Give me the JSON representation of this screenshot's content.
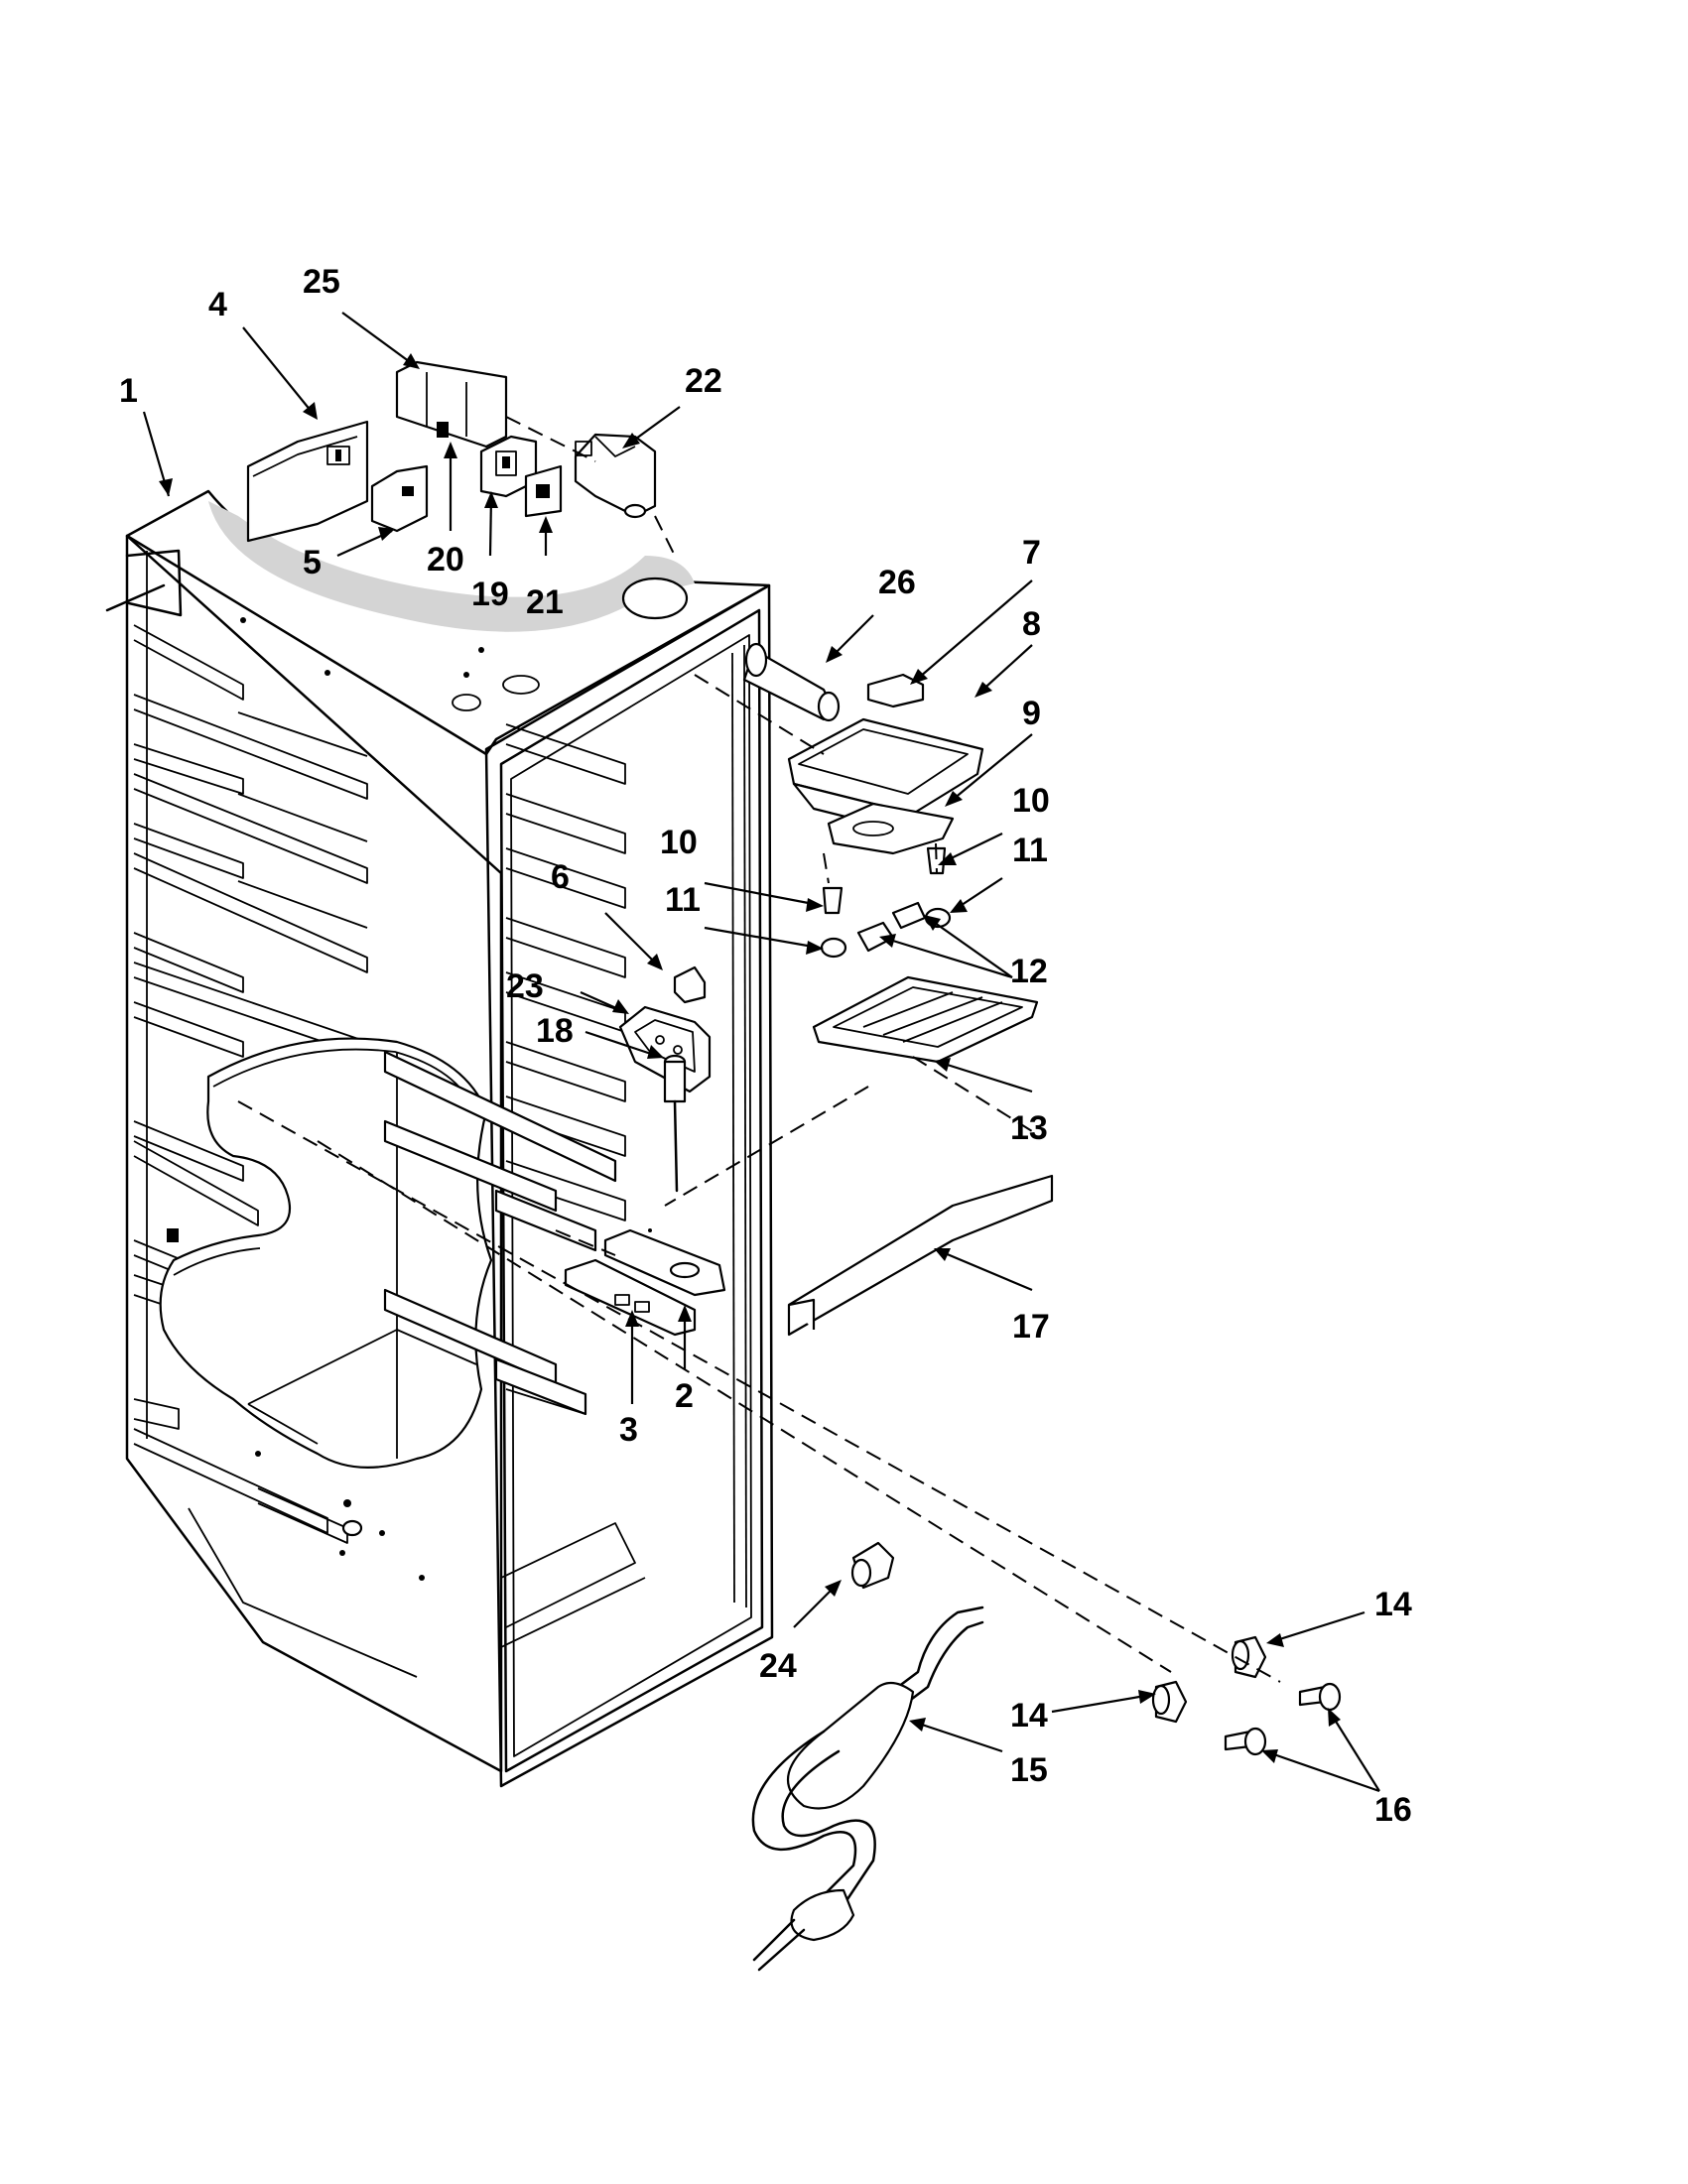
{
  "diagram": {
    "callouts": [
      {
        "id": "1",
        "text": "1"
      },
      {
        "id": "2",
        "text": "2"
      },
      {
        "id": "3",
        "text": "3"
      },
      {
        "id": "4",
        "text": "4"
      },
      {
        "id": "5",
        "text": "5"
      },
      {
        "id": "6",
        "text": "6"
      },
      {
        "id": "7",
        "text": "7"
      },
      {
        "id": "8",
        "text": "8"
      },
      {
        "id": "9",
        "text": "9"
      },
      {
        "id": "10a",
        "text": "10"
      },
      {
        "id": "10b",
        "text": "10"
      },
      {
        "id": "11a",
        "text": "11"
      },
      {
        "id": "11b",
        "text": "11"
      },
      {
        "id": "12",
        "text": "12"
      },
      {
        "id": "13",
        "text": "13"
      },
      {
        "id": "14a",
        "text": "14"
      },
      {
        "id": "14b",
        "text": "14"
      },
      {
        "id": "15",
        "text": "15"
      },
      {
        "id": "16",
        "text": "16"
      },
      {
        "id": "17",
        "text": "17"
      },
      {
        "id": "18",
        "text": "18"
      },
      {
        "id": "19",
        "text": "19"
      },
      {
        "id": "20",
        "text": "20"
      },
      {
        "id": "21",
        "text": "21"
      },
      {
        "id": "22",
        "text": "22"
      },
      {
        "id": "23",
        "text": "23"
      },
      {
        "id": "24",
        "text": "24"
      },
      {
        "id": "25",
        "text": "25"
      },
      {
        "id": "26",
        "text": "26"
      }
    ]
  }
}
